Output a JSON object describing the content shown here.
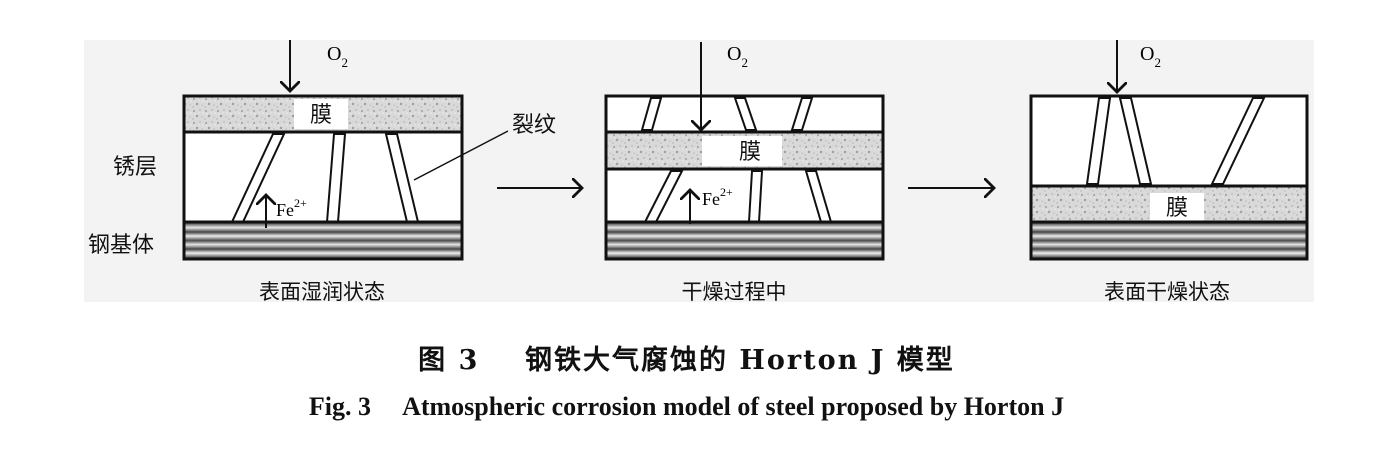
{
  "side_labels": {
    "rust": "锈层",
    "steel": "钢基体",
    "crack": "裂纹"
  },
  "film": "膜",
  "oxygen": {
    "base": "O",
    "sub": "2"
  },
  "iron_ion": {
    "base": "Fe",
    "sup": "2+"
  },
  "stages": [
    "表面湿润状态",
    "干燥过程中",
    "表面干燥状态"
  ],
  "caption": {
    "cn_number": "图 3",
    "cn_title": "钢铁大气腐蚀的 Horton J 模型",
    "en_number": "Fig. 3",
    "en_title": "Atmospheric corrosion model of steel proposed by Horton J"
  }
}
